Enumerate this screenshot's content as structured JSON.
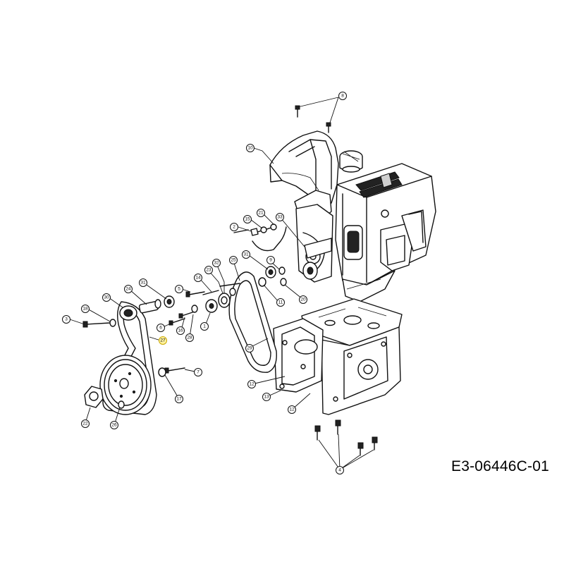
{
  "drawing_code": "E3-06446C-01",
  "callouts": [
    {
      "id": "c8",
      "label": "8"
    },
    {
      "id": "c10",
      "label": "10"
    },
    {
      "id": "c2",
      "label": "2"
    },
    {
      "id": "c15",
      "label": "15"
    },
    {
      "id": "c21",
      "label": "21"
    },
    {
      "id": "c33",
      "label": "33"
    },
    {
      "id": "c31b",
      "label": "31"
    },
    {
      "id": "c9",
      "label": "9"
    },
    {
      "id": "c25",
      "label": "25"
    },
    {
      "id": "c32",
      "label": "32"
    },
    {
      "id": "c14",
      "label": "14"
    },
    {
      "id": "c23",
      "label": "23"
    },
    {
      "id": "c5",
      "label": "5"
    },
    {
      "id": "c11",
      "label": "11"
    },
    {
      "id": "c20",
      "label": "20"
    },
    {
      "id": "c31",
      "label": "31"
    },
    {
      "id": "c24",
      "label": "24"
    },
    {
      "id": "c30",
      "label": "30"
    },
    {
      "id": "c18",
      "label": "18"
    },
    {
      "id": "c3",
      "label": "3"
    },
    {
      "id": "c6",
      "label": "6"
    },
    {
      "id": "c16",
      "label": "16"
    },
    {
      "id": "c28",
      "label": "28"
    },
    {
      "id": "c1",
      "label": "1"
    },
    {
      "id": "c27",
      "label": "27",
      "highlight": true
    },
    {
      "id": "c29",
      "label": "29"
    },
    {
      "id": "c7",
      "label": "7"
    },
    {
      "id": "c17",
      "label": "17"
    },
    {
      "id": "c22",
      "label": "22"
    },
    {
      "id": "c26",
      "label": "26"
    },
    {
      "id": "c12",
      "label": "12"
    },
    {
      "id": "c13",
      "label": "13"
    },
    {
      "id": "c12b",
      "label": "12"
    },
    {
      "id": "c4",
      "label": "4"
    }
  ]
}
